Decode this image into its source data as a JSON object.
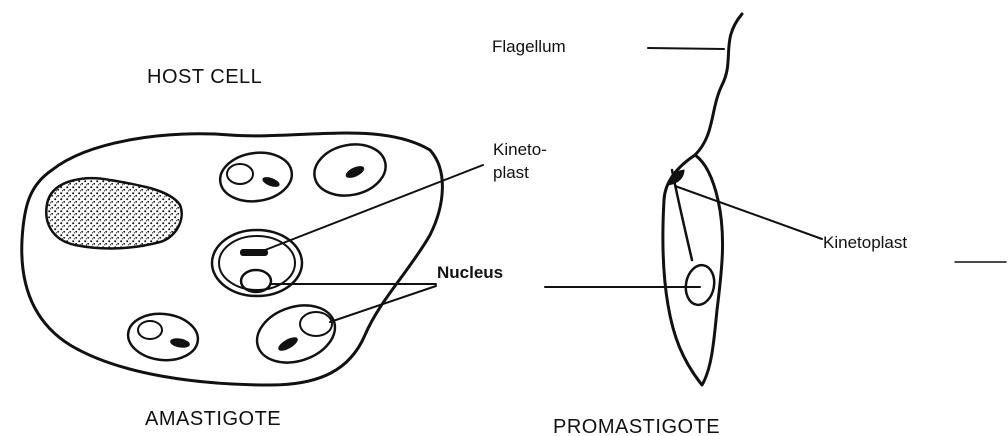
{
  "labels": {
    "host_cell": "HOST CELL",
    "flagellum": "Flagellum",
    "kinetoplast_left_line1": "Kineto-",
    "kinetoplast_left_line2": "plast",
    "nucleus": "Nucleus",
    "kinetoplast_right": "Kinetoplast",
    "amastigote": "AMASTIGOTE",
    "promastigote": "PROMASTIGOTE"
  }
}
